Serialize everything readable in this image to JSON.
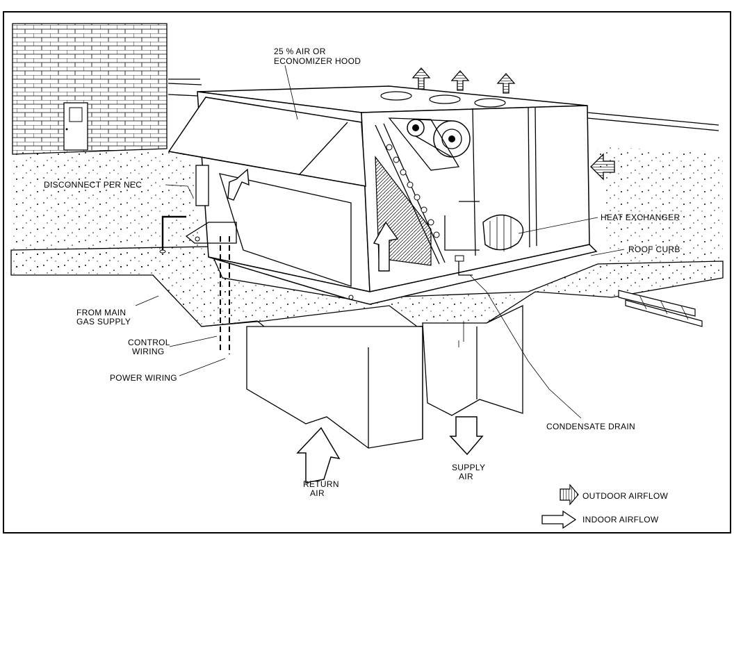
{
  "labels": {
    "hood_line1": "25 % AIR OR",
    "hood_line2": "ECONOMIZER HOOD",
    "disconnect": "DISCONNECT PER NEC",
    "heat_exchanger": "HEAT EXCHANGER",
    "roof_curb": "ROOF CURB",
    "gas_line1": "FROM MAIN",
    "gas_line2": "GAS SUPPLY",
    "control_line1": "CONTROL",
    "control_line2": "WIRING",
    "power_wiring": "POWER WIRING",
    "condensate_drain": "CONDENSATE DRAIN",
    "supply_line1": "SUPPLY",
    "supply_line2": "AIR",
    "return_line1": "RETURN",
    "return_line2": "AIR"
  },
  "legend": {
    "outdoor": "OUTDOOR AIRFLOW",
    "indoor": "INDOOR AIRFLOW"
  }
}
